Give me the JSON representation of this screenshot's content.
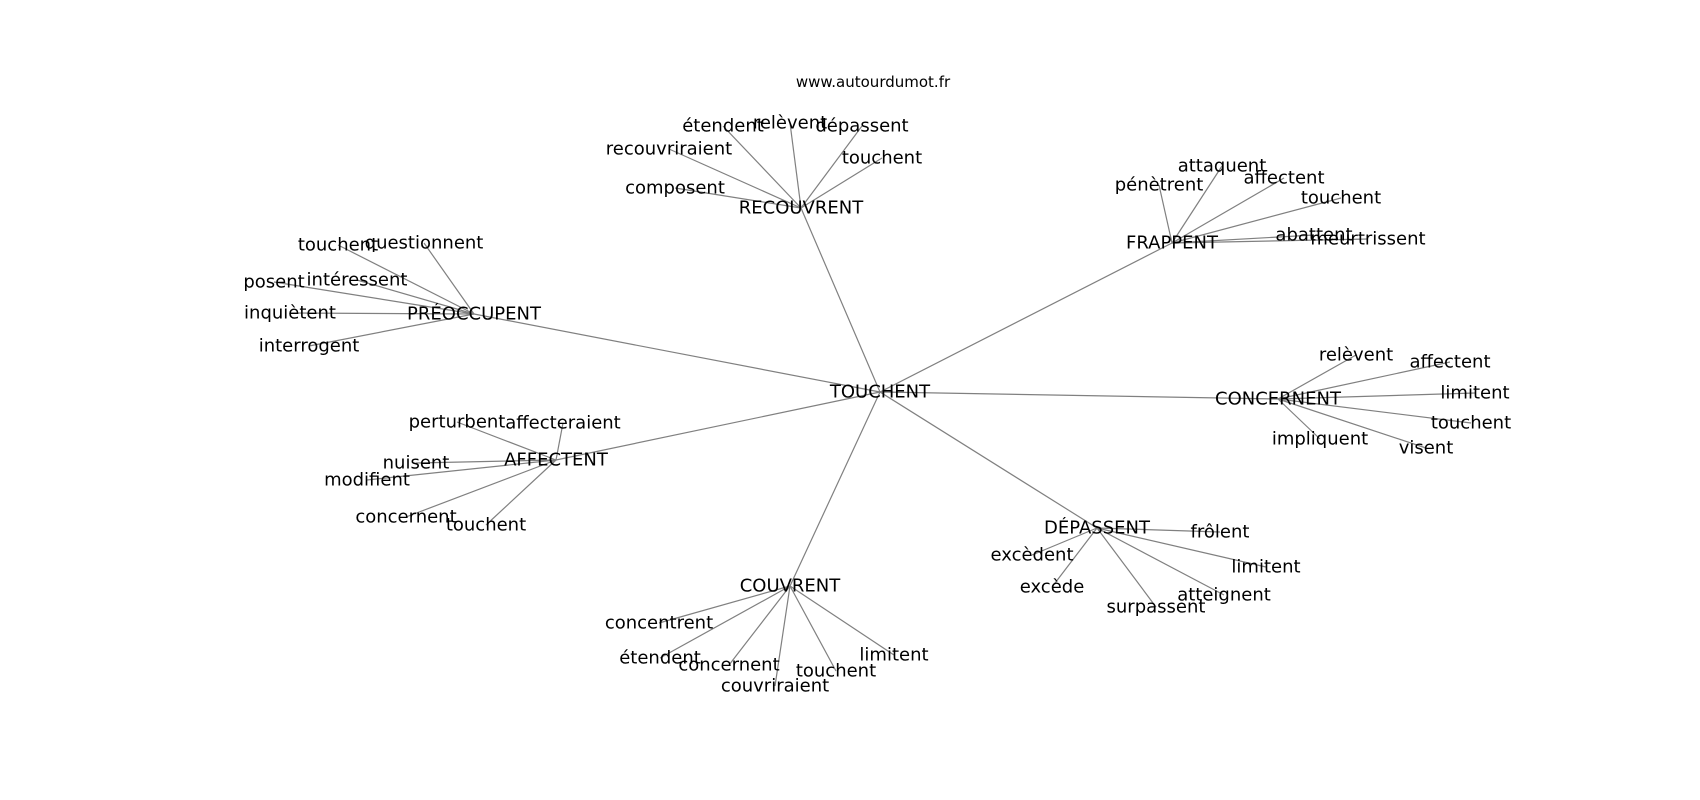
{
  "site_url": "www.autourdumot.fr",
  "center": {
    "label": "TOUCHENT"
  },
  "clusters": [
    {
      "id": "recouvrent",
      "label": "RECOUVRENT",
      "leaves": [
        "étendent",
        "relèvent",
        "dépassent",
        "recouvriraient",
        "touchent",
        "composent"
      ]
    },
    {
      "id": "frappent",
      "label": "FRAPPENT",
      "leaves": [
        "attaquent",
        "pénètrent",
        "affectent",
        "touchent",
        "abattent",
        "meurtrissent"
      ]
    },
    {
      "id": "preoccupent",
      "label": "PRÉOCCUPENT",
      "leaves": [
        "touchent",
        "questionnent",
        "posent",
        "intéressent",
        "inquiètent",
        "interrogent"
      ]
    },
    {
      "id": "concernent",
      "label": "CONCERNENT",
      "leaves": [
        "relèvent",
        "affectent",
        "limitent",
        "touchent",
        "impliquent",
        "visent"
      ]
    },
    {
      "id": "affectent",
      "label": "AFFECTENT",
      "leaves": [
        "perturbent",
        "affecteraient",
        "nuisent",
        "modifient",
        "concernent",
        "touchent"
      ]
    },
    {
      "id": "depassent",
      "label": "DÉPASSENT",
      "leaves": [
        "frôlent",
        "excèdent",
        "limitent",
        "excède",
        "atteignent",
        "surpassent"
      ]
    },
    {
      "id": "couvrent",
      "label": "COUVRENT",
      "leaves": [
        "concentrent",
        "étendent",
        "limitent",
        "concernent",
        "touchent",
        "couvriraient"
      ]
    }
  ]
}
